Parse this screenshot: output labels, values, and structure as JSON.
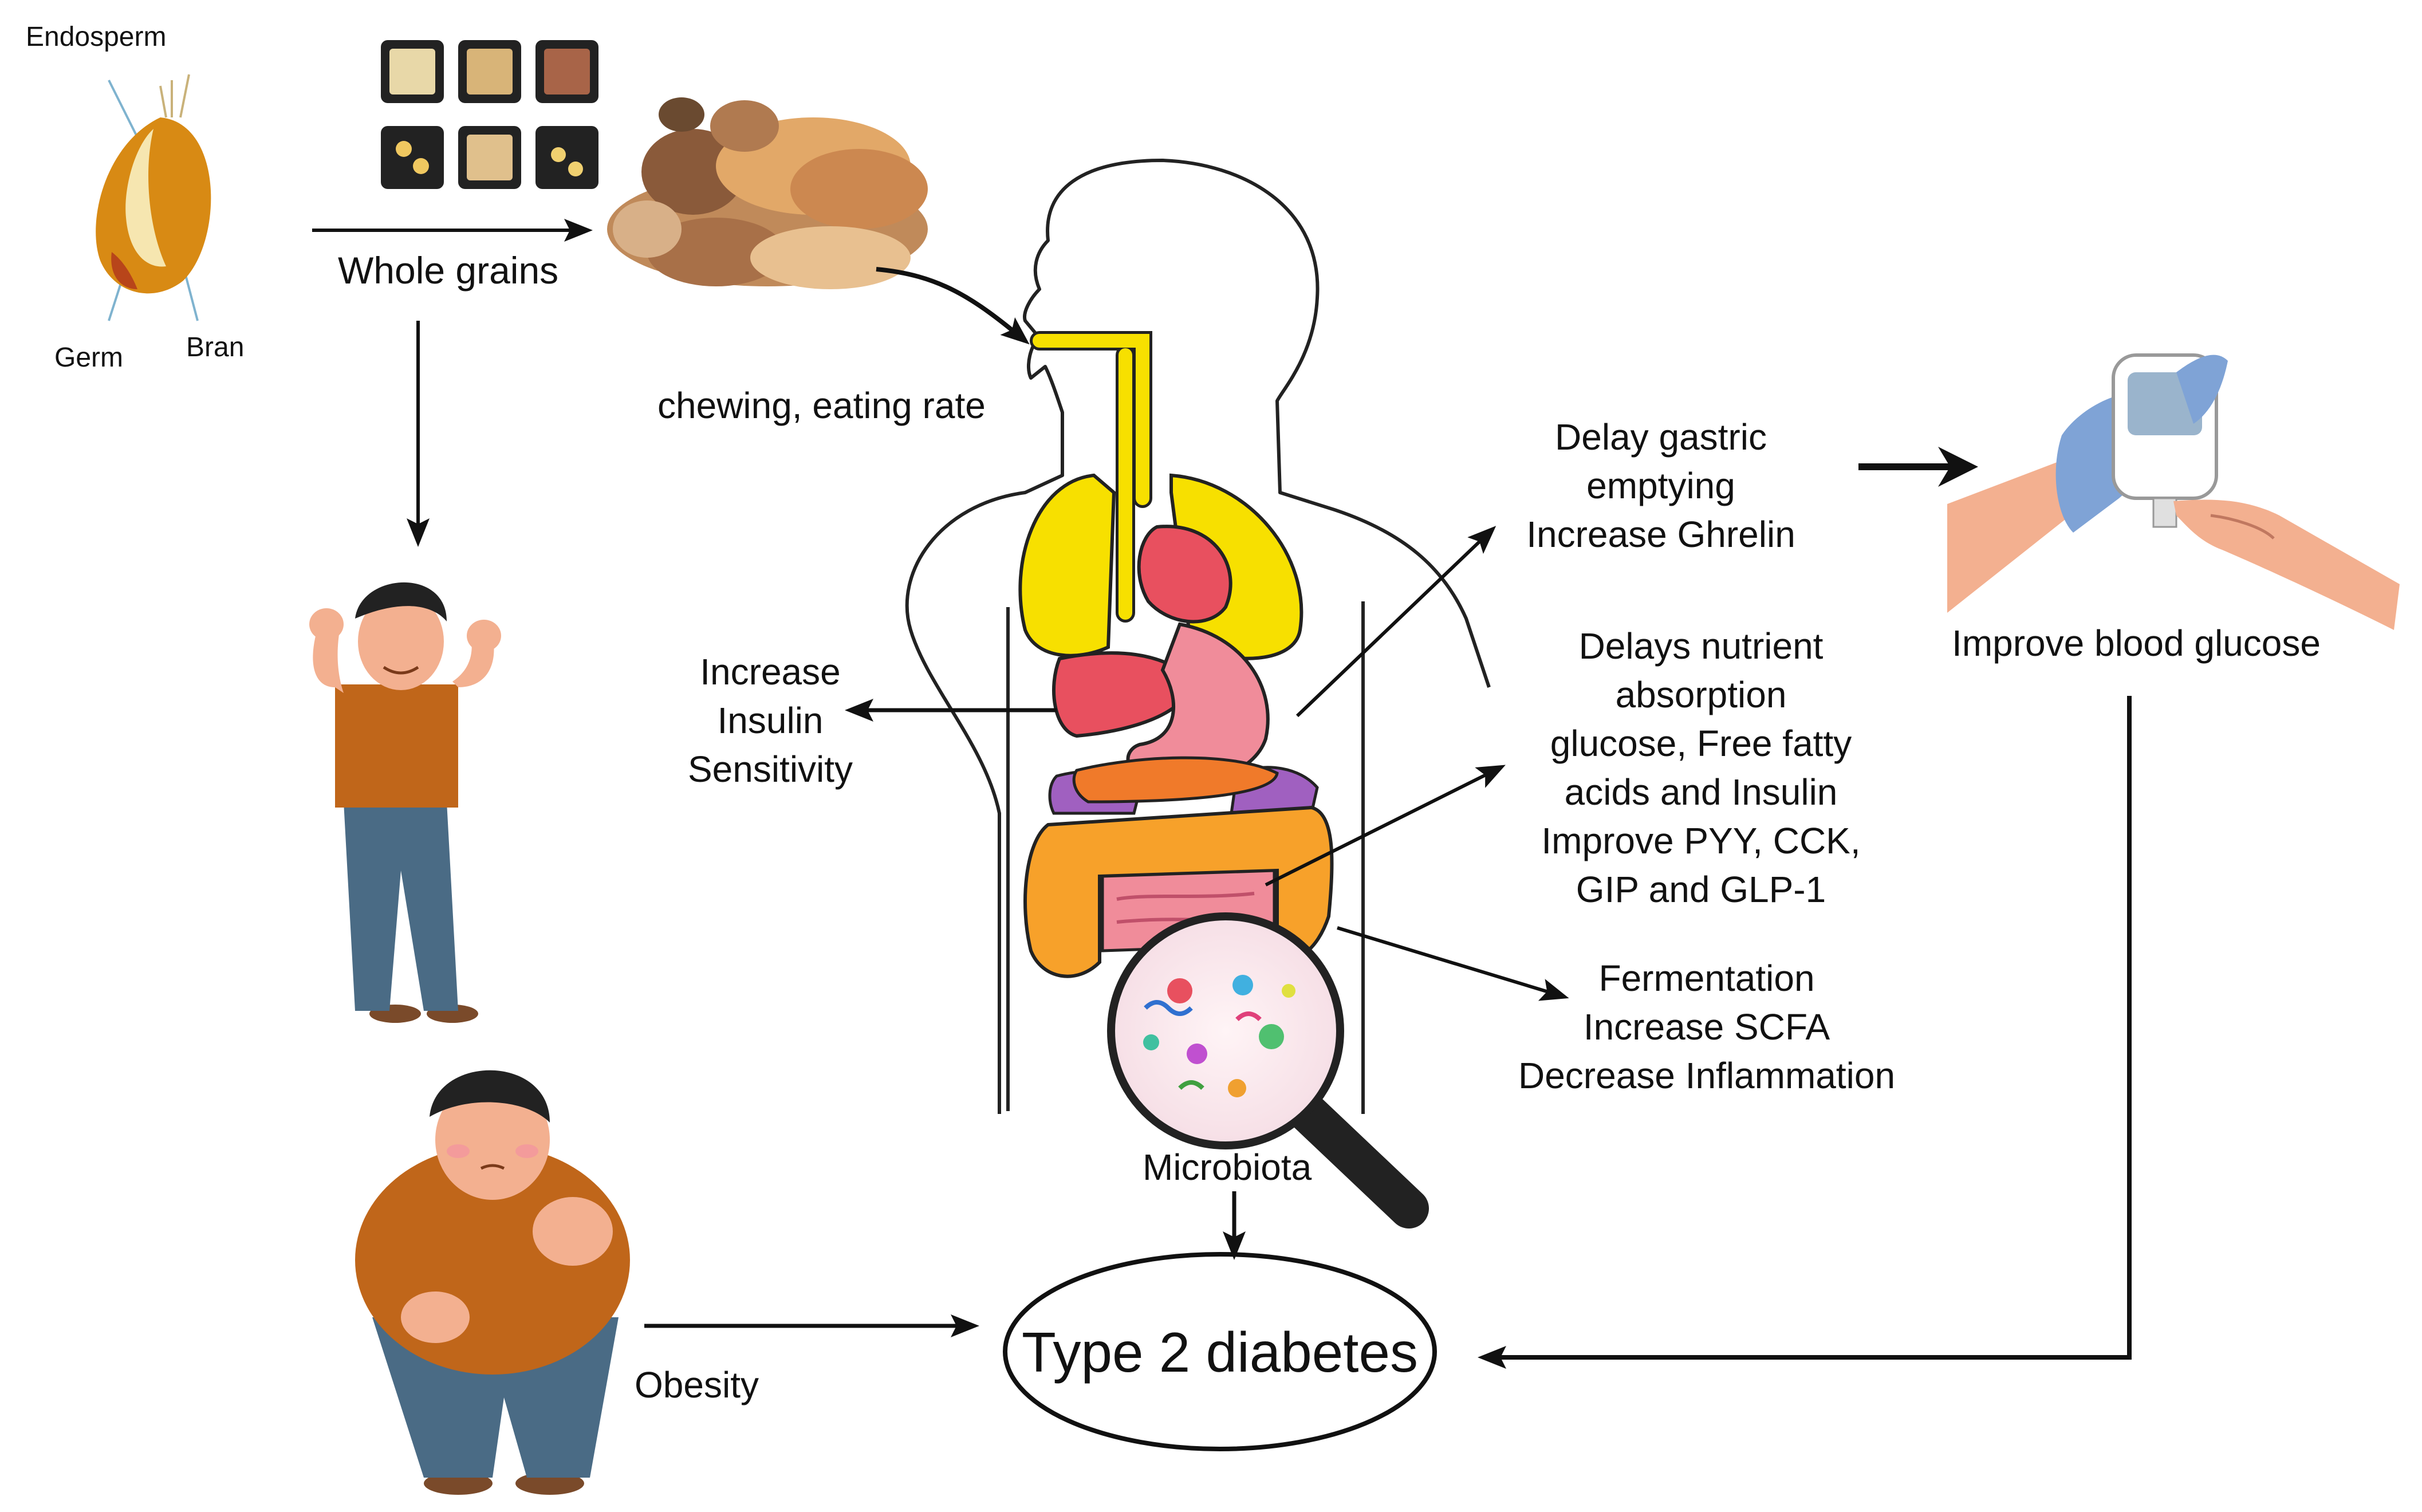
{
  "labels": {
    "endosperm": "Endosperm",
    "germ": "Germ",
    "bran": "Bran",
    "whole_grains": "Whole grains",
    "chewing": "chewing, eating rate",
    "gastric": [
      "Delay gastric",
      "emptying",
      "Increase Ghrelin"
    ],
    "insulin": [
      "Increase",
      "Insulin",
      "Sensitivity"
    ],
    "nutrient": [
      "Delays nutrient",
      "absorption",
      "glucose, Free fatty",
      "acids and Insulin",
      "Improve PYY, CCK,",
      "GIP and GLP-1"
    ],
    "fermentation": [
      "Fermentation",
      "Increase SCFA",
      "Decrease Inflammation"
    ],
    "glucose": "Improve blood glucose",
    "microbiota": "Microbiota",
    "obesity": "Obesity",
    "t2d": "Type 2 diabetes"
  },
  "colors": {
    "lungs": "#f7e000",
    "heart": "#e8505f",
    "liver": "#e8505f",
    "stomach": "#f08c9a",
    "intestine": "#f7a12a",
    "pancreas": "#f07a2a",
    "shirt": "#c0661a",
    "jeans": "#4a6b85",
    "glove": "#7fa3d6",
    "skin": "#f3b090"
  },
  "icons": {
    "grain": "wheat-grain-icon",
    "foods": "whole-grain-foods-icon",
    "body": "human-body-icon",
    "magnifier": "magnifier-icon",
    "glucometer": "glucometer-icon",
    "fit_person": "fit-person-icon",
    "obese_person": "obese-person-icon"
  }
}
